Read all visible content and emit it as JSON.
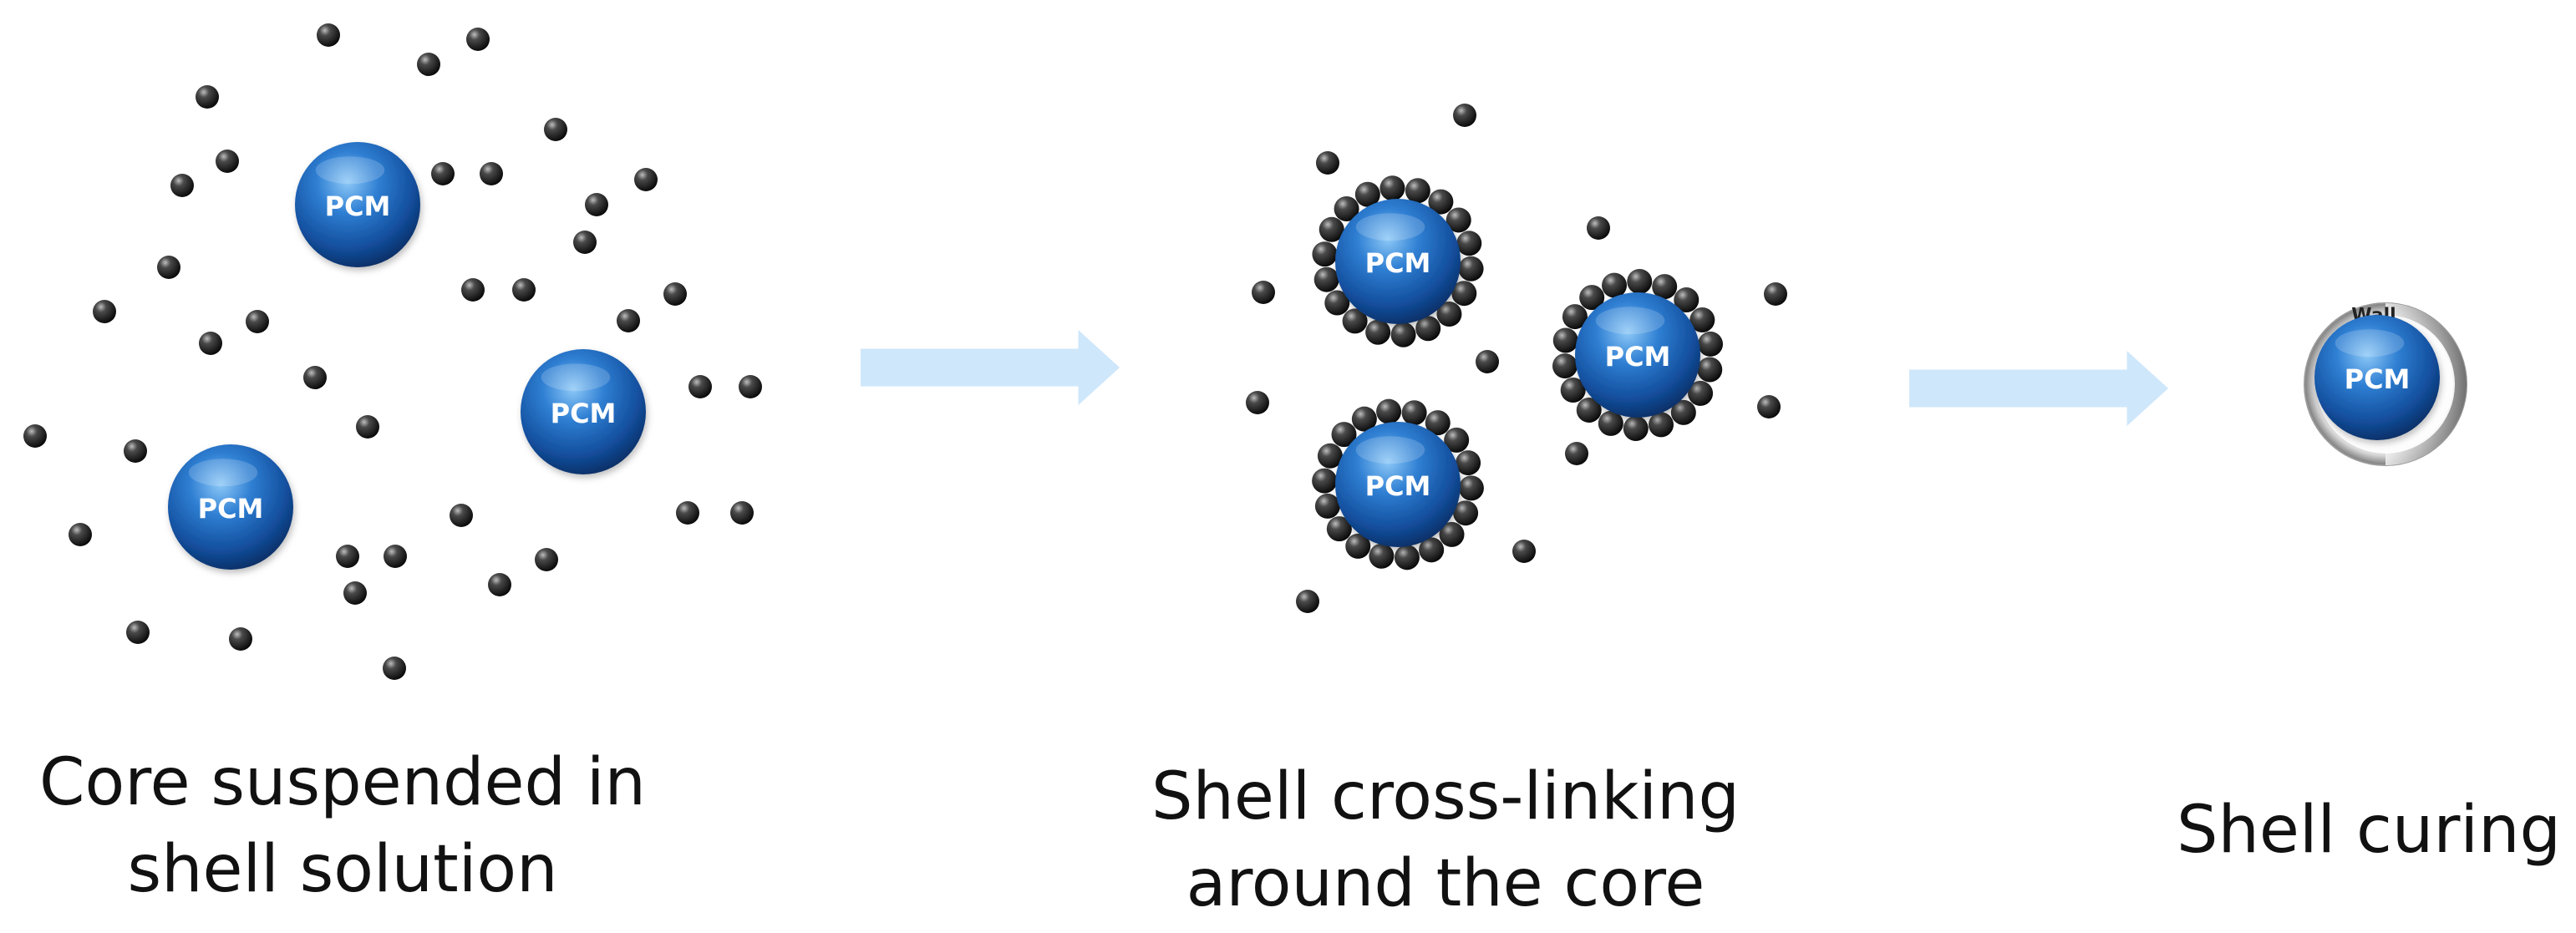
{
  "core_label": "PCM",
  "wall_label": "Wall",
  "captions": {
    "step1": [
      "Core suspended in",
      "shell solution"
    ],
    "step2": [
      "Shell cross-linking",
      "around the core"
    ],
    "step3": [
      "Shell curing"
    ]
  },
  "colors": {
    "core": "#1f5fb0",
    "core_highlight": "#6fb4f0",
    "particle": "#1a1a1a",
    "arrow": "#cfe7fb",
    "wall": "#c9c9c9"
  },
  "icons": [
    "pcm-core-sphere",
    "shell-particle",
    "process-arrow",
    "wall-shell"
  ]
}
